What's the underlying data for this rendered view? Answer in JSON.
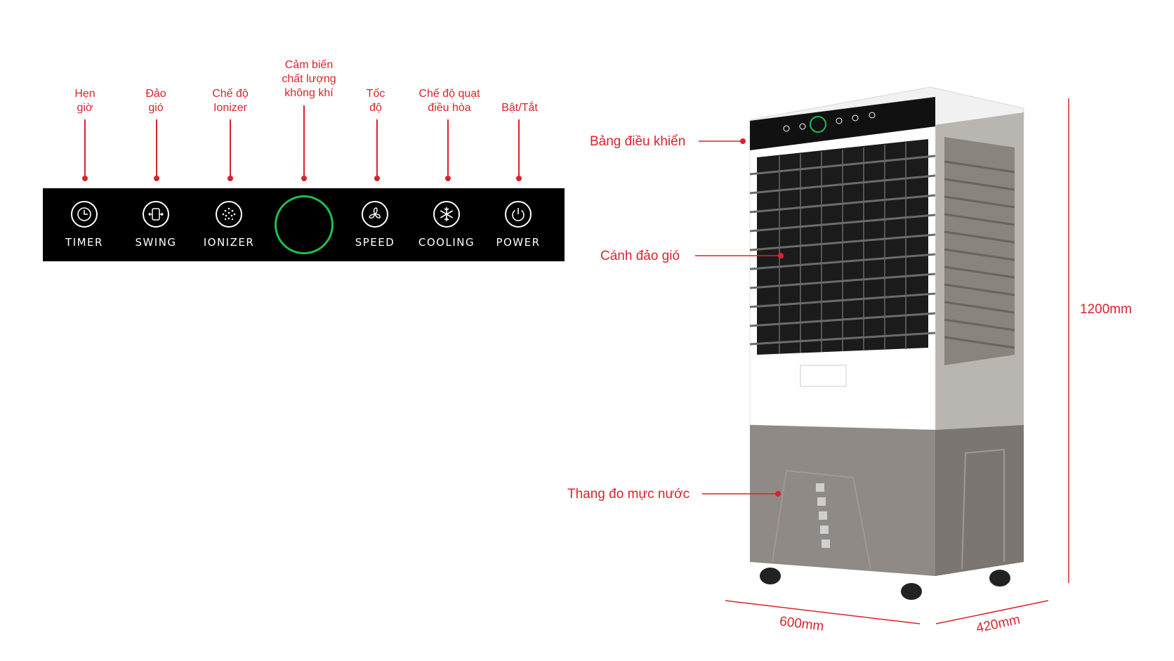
{
  "callouts": [
    {
      "id": "timer",
      "text": "Hẹn\ngiờ"
    },
    {
      "id": "swing",
      "text": "Đảo\ngió"
    },
    {
      "id": "ionizer",
      "text": "Chế độ\nIonizer"
    },
    {
      "id": "sensor",
      "text": "Cảm biến\nchất lượng\nkhông khí"
    },
    {
      "id": "speed",
      "text": "Tốc\nđộ"
    },
    {
      "id": "cooling",
      "text": "Chế độ quạt\nđiều hòa"
    },
    {
      "id": "power",
      "text": "Bật/Tắt"
    }
  ],
  "panel": {
    "buttons": [
      {
        "label": "TIMER",
        "icon": "clock-icon"
      },
      {
        "label": "SWING",
        "icon": "swing-icon"
      },
      {
        "label": "IONIZER",
        "icon": "ionizer-icon"
      },
      {
        "label": "",
        "icon": "sensor-ring"
      },
      {
        "label": "SPEED",
        "icon": "fan-icon"
      },
      {
        "label": "COOLING",
        "icon": "snowflake-icon"
      },
      {
        "label": "POWER",
        "icon": "power-icon"
      }
    ],
    "sensor_color": "#1fbf4f"
  },
  "product_labels": {
    "control_panel": "Bảng điều khiển",
    "louver": "Cánh đảo gió",
    "water_gauge": "Thang đo mực nước"
  },
  "dimensions": {
    "height": "1200mm",
    "width": "600mm",
    "depth": "420mm"
  },
  "colors": {
    "accent": "#d9232d",
    "panel": "#000000",
    "body_white": "#ffffff",
    "body_grey": "#8f8a85"
  }
}
